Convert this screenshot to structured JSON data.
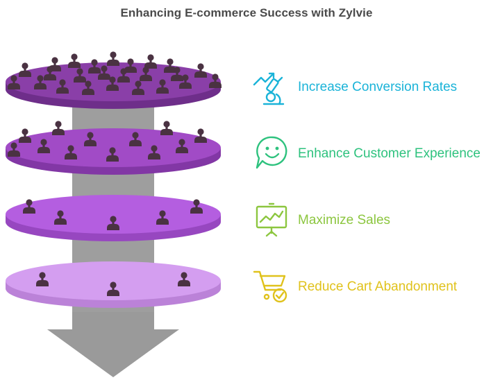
{
  "title": "Enhancing E-commerce Success with Zylvie",
  "colors": {
    "funnel_stem": "#9e9e9e",
    "funnel_stem_edge": "#7a7a7a",
    "arrow": "#9a9a9a",
    "person": "#4a3242",
    "layers": [
      {
        "top": "#8a3fa8",
        "side": "#6e2e8a"
      },
      {
        "top": "#a14bc6",
        "side": "#8237a5"
      },
      {
        "top": "#b45ee0",
        "side": "#9747c0"
      },
      {
        "top": "#d49ef0",
        "side": "#bb82d8"
      }
    ]
  },
  "layers": [
    {
      "name": "layer-1",
      "people_count": 24
    },
    {
      "name": "layer-2",
      "people_count": 12
    },
    {
      "name": "layer-3",
      "people_count": 5
    },
    {
      "name": "layer-4",
      "people_count": 3
    }
  ],
  "legend": [
    {
      "label": "Increase Conversion Rates",
      "color": "#1ab3d8",
      "icon": "microscope-growth-icon"
    },
    {
      "label": "Enhance Customer Experience",
      "color": "#2ec27e",
      "icon": "smiley-speech-bubble-icon"
    },
    {
      "label": "Maximize Sales",
      "color": "#8cc63f",
      "icon": "chart-presentation-icon"
    },
    {
      "label": "Reduce Cart Abandonment",
      "color": "#e0c21c",
      "icon": "cart-check-icon"
    }
  ]
}
